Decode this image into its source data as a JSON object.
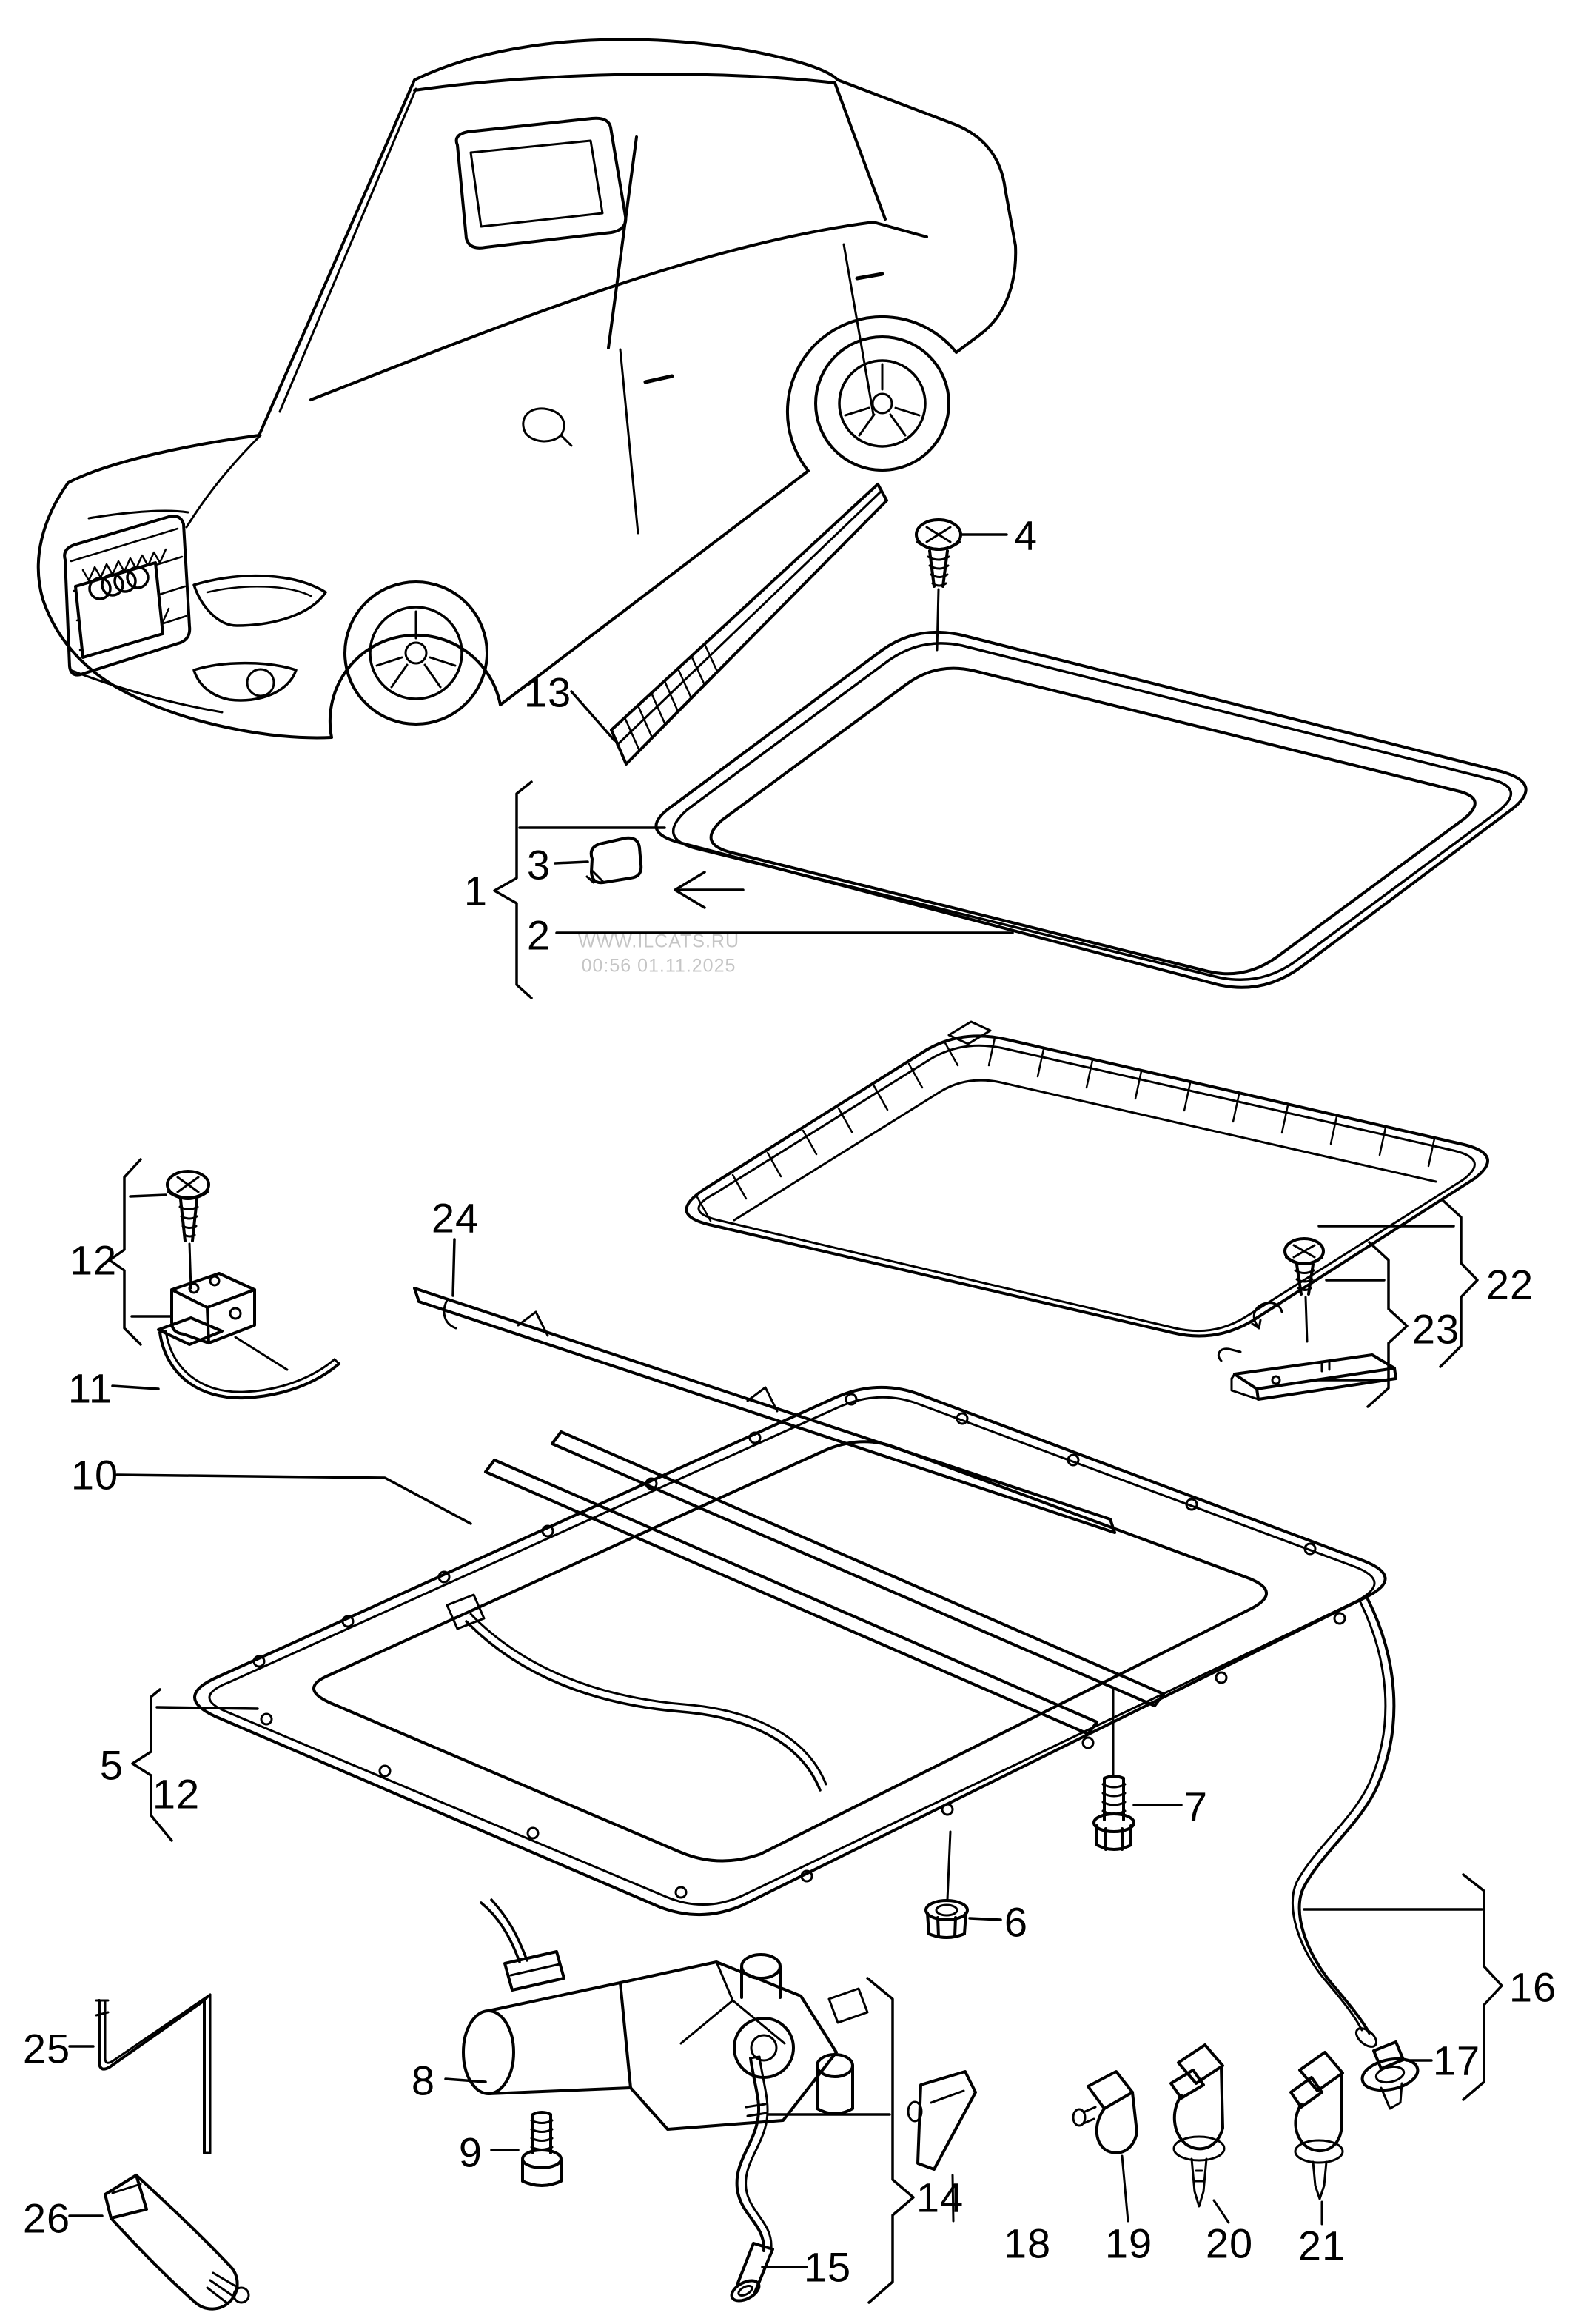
{
  "diagram": {
    "kind": "exploded-parts-illustration",
    "subject": "car sunroof assembly"
  },
  "watermark": {
    "line1": "WWW.ILCATS.RU",
    "line2": "00:56 01.11.2025"
  },
  "colors": {
    "line": "#000000",
    "background": "#ffffff",
    "watermark": "#c5c5c5"
  },
  "callouts": [
    {
      "label": "1"
    },
    {
      "label": "2"
    },
    {
      "label": "3"
    },
    {
      "label": "4"
    },
    {
      "label": "5"
    },
    {
      "label": "6"
    },
    {
      "label": "7"
    },
    {
      "label": "8"
    },
    {
      "label": "9"
    },
    {
      "label": "10"
    },
    {
      "label": "11"
    },
    {
      "label": "12"
    },
    {
      "label": "12"
    },
    {
      "label": "13"
    },
    {
      "label": "14"
    },
    {
      "label": "15"
    },
    {
      "label": "16"
    },
    {
      "label": "17"
    },
    {
      "label": "18"
    },
    {
      "label": "19"
    },
    {
      "label": "20"
    },
    {
      "label": "21"
    },
    {
      "label": "22"
    },
    {
      "label": "23"
    },
    {
      "label": "24"
    },
    {
      "label": "25"
    },
    {
      "label": "26"
    }
  ]
}
